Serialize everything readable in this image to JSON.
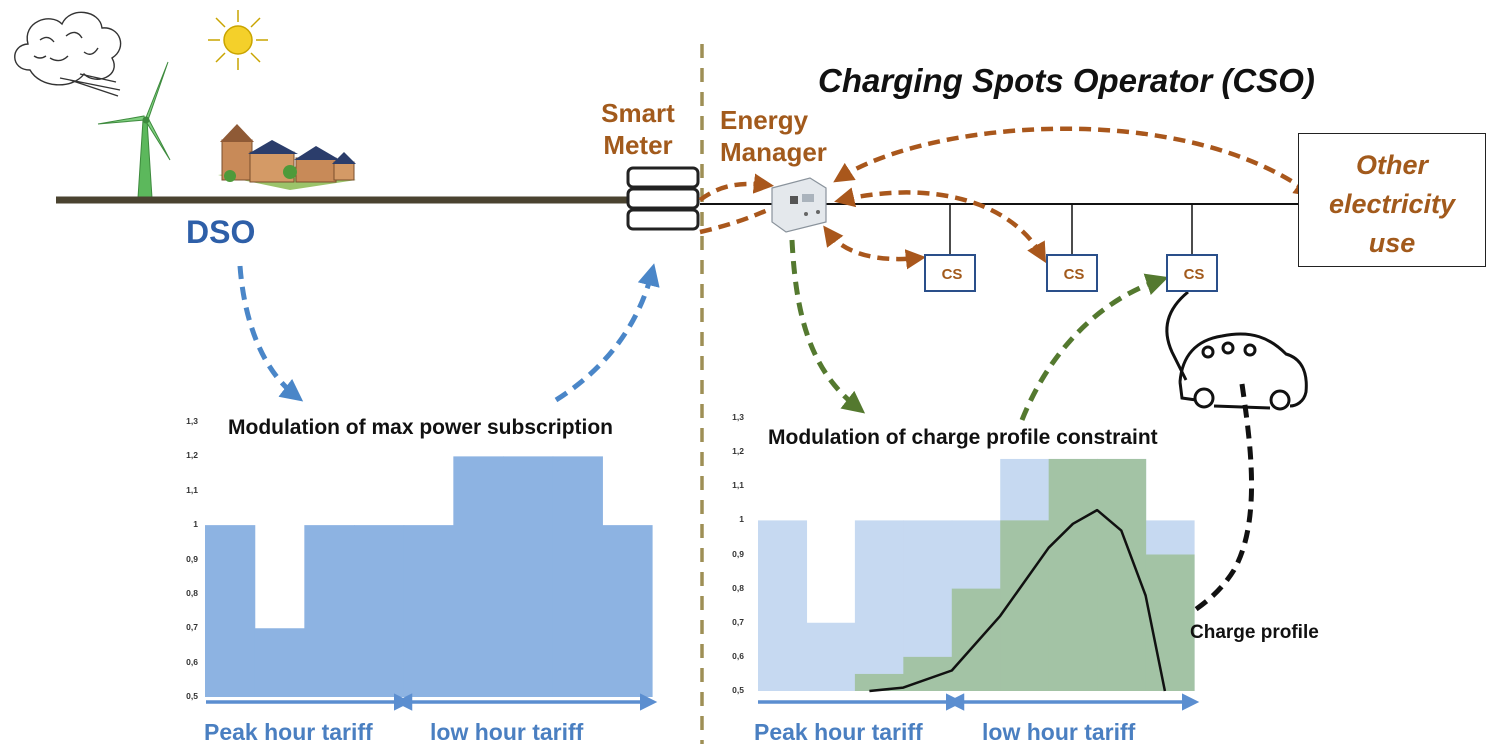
{
  "labels": {
    "dso": "DSO",
    "smart_meter_line1": "Smart",
    "smart_meter_line2": "Meter",
    "energy_manager_line1": "Energy",
    "energy_manager_line2": "Manager",
    "cso": "Charging Spots Operator (CSO)",
    "other_line1": "Other",
    "other_line2": "electricity",
    "other_line3": "use",
    "cs1": "CS",
    "cs2": "CS",
    "cs3": "CS",
    "charge_profile": "Charge profile"
  },
  "colors": {
    "dso_blue": "#2e5fa8",
    "manager_brown": "#a25a1c",
    "flow_brown": "#a9571c",
    "flow_blue": "#4a86c8",
    "flow_green": "#54792f",
    "bar_blue": "#8db3e2",
    "bar_light": "#c6d9f1",
    "bar_green": "#a3c3a5",
    "grid_line": "#4a4330",
    "divider": "#9e8f55"
  },
  "icons": [
    "cloud-icon",
    "sun-icon",
    "wind-turbine-icon",
    "houses-icon",
    "smart-meter-icon",
    "energy-manager-device-icon",
    "electric-car-icon"
  ],
  "chart_data": [
    {
      "type": "bar",
      "title": "Modulation of max power subscription",
      "ylim": [
        0.5,
        1.3
      ],
      "yticks": [
        "0,5",
        "0,6",
        "0,7",
        "0,8",
        "0,9",
        "1",
        "1,1",
        "1,2",
        "1,3"
      ],
      "series": [
        {
          "values": [
            1.0,
            0.7,
            1.0,
            1.0,
            1.0,
            1.2,
            1.2,
            1.2,
            1.0
          ]
        }
      ],
      "x_bands": [
        "Peak hour tariff",
        "low hour tariff"
      ]
    },
    {
      "type": "bar",
      "title": "Modulation of charge profile constraint",
      "ylim": [
        0.5,
        1.3
      ],
      "yticks": [
        "0,5",
        "0,6",
        "0,7",
        "0,8",
        "0,9",
        "1",
        "1,1",
        "1,2",
        "1,3"
      ],
      "series": [
        {
          "values": [
            1.0,
            0.7,
            1.0,
            1.0,
            1.0,
            1.18,
            1.18,
            1.18,
            1.0
          ]
        },
        {
          "values": [
            0.5,
            0.5,
            0.55,
            0.6,
            0.8,
            1.0,
            1.18,
            1.18,
            0.9
          ]
        }
      ],
      "line": {
        "name": "Charge profile",
        "x": [
          2.3,
          3,
          4,
          5,
          6,
          6.5,
          7,
          7.5,
          8,
          8.4
        ],
        "y": [
          0.5,
          0.51,
          0.56,
          0.72,
          0.92,
          0.99,
          1.03,
          0.97,
          0.78,
          0.5
        ]
      },
      "x_bands": [
        "Peak hour tariff",
        "low hour tariff"
      ]
    }
  ]
}
